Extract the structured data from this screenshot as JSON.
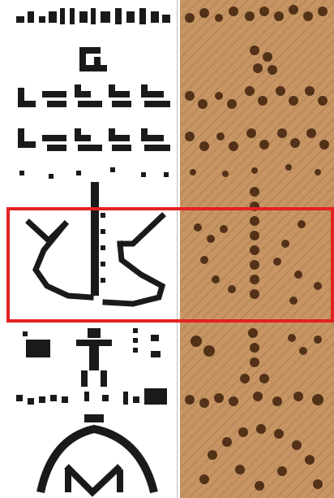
{
  "figure": {
    "left_panel": {
      "background": "#ffffff",
      "ink": "#1a1a1a"
    },
    "right_panel": {
      "background": "#c69563",
      "ink": "#4a2a12",
      "texture_fiber": "#a9794c"
    },
    "highlight_box": {
      "color": "#e42020",
      "shape": "rectangle"
    },
    "glyphs": [
      "top-dotted-row-glyph",
      "small-square-glyph",
      "upper-bracket-row-glyph",
      "middle-bracket-row-glyph",
      "dna-helix-glyph",
      "human-figure-glyph",
      "bottom-dotted-row-glyph",
      "telescope-dish-glyph"
    ]
  }
}
